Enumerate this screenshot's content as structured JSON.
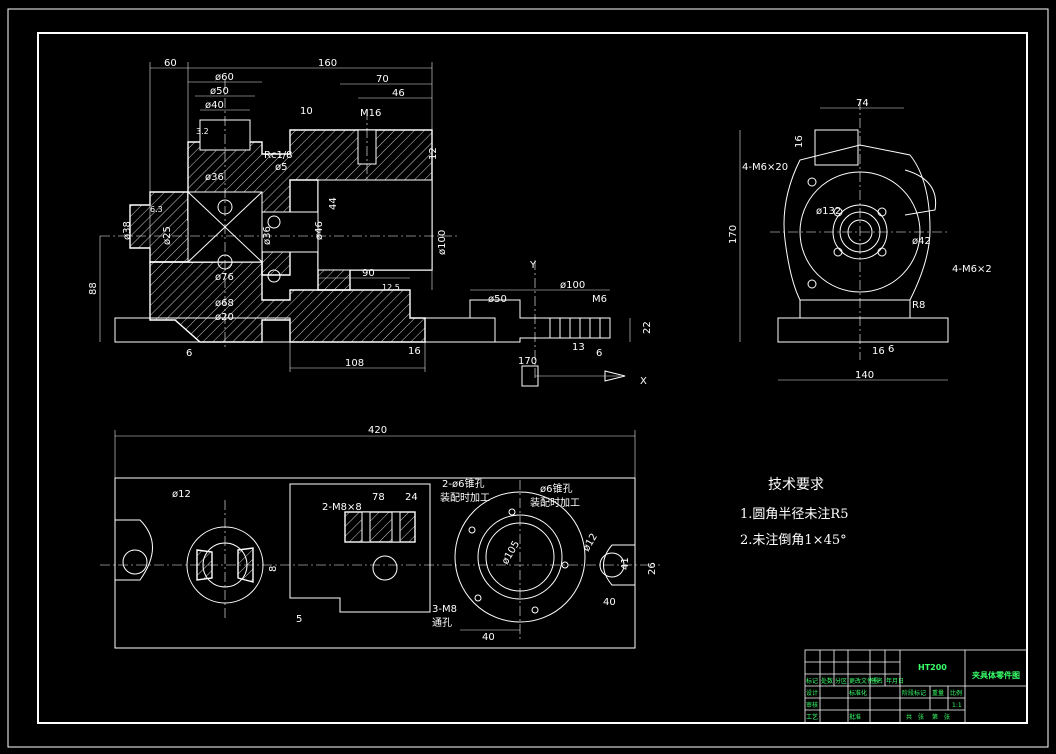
{
  "views": {
    "front": {
      "dims_top": [
        "60",
        "160",
        "70",
        "46",
        "10",
        "M16"
      ],
      "dims_left": [
        "ø60",
        "ø50",
        "ø40",
        "ø36",
        "ø38",
        "ø25",
        "ø76",
        "ø68",
        "ø20",
        "88",
        "6"
      ],
      "dims_mid": [
        "Rc1/8",
        "ø36",
        "ø5",
        "ø46",
        "44",
        "12",
        "ø100",
        "90",
        "108",
        "16"
      ],
      "roughness_labels": [
        "3.2",
        "6.3",
        "12.5"
      ]
    },
    "side": {
      "dims": [
        "74",
        "16",
        "4-M6×20",
        "ø132",
        "ø42",
        "4-M6×2",
        "R8",
        "170",
        "140",
        "16",
        "6"
      ]
    },
    "coord": {
      "y_label": "Y",
      "x_label": "X",
      "dims": [
        "ø100",
        "ø50",
        "M6",
        "22",
        "13",
        "6",
        "170"
      ]
    },
    "top": {
      "dims": [
        "420",
        "ø12",
        "2-M8×8",
        "78",
        "24",
        "2-ø6锥孔",
        "装配时加工",
        "ø6锥孔",
        "装配时加工",
        "ø105",
        "ø12",
        "26",
        "40",
        "3-M8",
        "通孔",
        "40",
        "8",
        "5",
        "41"
      ]
    }
  },
  "notes": {
    "title": "技术要求",
    "items": [
      "1.圆角半径未注R5",
      "2.未注倒角1×45°"
    ]
  },
  "title_block": {
    "material": "HT200",
    "part_name": "夹具体零件图",
    "cells": [
      "标记",
      "处数",
      "分区",
      "更改文件号",
      "签名",
      "年月日",
      "设计",
      "标准化",
      "阶段标记",
      "重量",
      "比例",
      "审核",
      "工艺",
      "批准",
      "共",
      "张",
      "第",
      "张",
      "1:1"
    ]
  },
  "colors": {
    "background": "#000000",
    "line": "#ffffff",
    "title_text": "#39ff6a"
  }
}
